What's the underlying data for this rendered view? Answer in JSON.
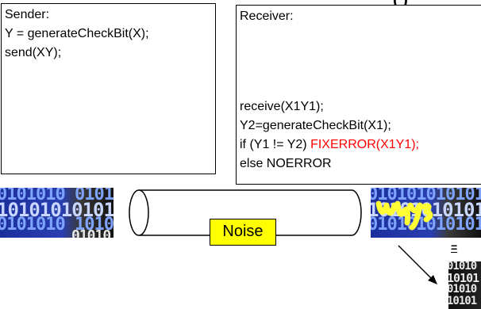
{
  "header": {
    "clipped_title": "(    )"
  },
  "sender": {
    "title": "Sender:",
    "lines": [
      "Y = generateCheckBit(X);",
      "send(XY);"
    ]
  },
  "receiver": {
    "title": "Receiver:",
    "lines": [
      "receive(X1Y1);",
      "Y2=generateCheckBit(X1);"
    ],
    "if_black": "if (Y1 != Y2) ",
    "if_red": "FIXERROR(X1Y1);",
    "else_line": "else NOERROR"
  },
  "channel": {
    "noise_label": "Noise"
  },
  "compare_mark": "=",
  "colors": {
    "noise_fill": "#ffff00",
    "error_text": "#ff0000",
    "binary_blue": "#1b2f9c",
    "scribble": "#ffff33"
  },
  "icons": {
    "left_image": "binary-data-image",
    "right_image": "corrupted-binary-image",
    "small_image": "binary-data-image",
    "pipe": "cylinder-pipe",
    "arrow": "arrow-down-right"
  }
}
